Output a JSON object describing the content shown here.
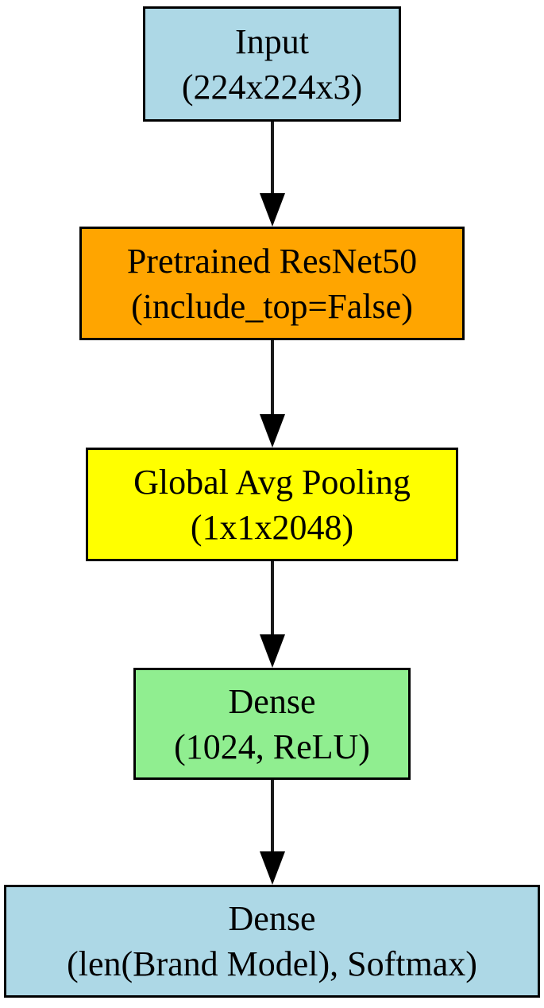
{
  "diagram": {
    "type": "flowchart",
    "description": "Vertical neural-network architecture diagram with five boxes connected by downward arrows",
    "background_color": "#ffffff",
    "edge_color": "#000000",
    "text_color": "#000000",
    "nodes": [
      {
        "id": "input",
        "label_line1": "Input",
        "label_line2": "(224x224x3)",
        "fill": "#ADD8E6",
        "border": "#000000"
      },
      {
        "id": "pretrained-resnet50",
        "label_line1": "Pretrained ResNet50",
        "label_line2": "(include_top=False)",
        "fill": "#FFA500",
        "border": "#000000"
      },
      {
        "id": "global-avg-pooling",
        "label_line1": "Global Avg Pooling",
        "label_line2": "(1x1x2048)",
        "fill": "#FFFF00",
        "border": "#000000"
      },
      {
        "id": "dense-relu",
        "label_line1": "Dense",
        "label_line2": "(1024, ReLU)",
        "fill": "#90EE90",
        "border": "#000000"
      },
      {
        "id": "dense-softmax",
        "label_line1": "Dense",
        "label_line2": "(len(Brand Model), Softmax)",
        "fill": "#ADD8E6",
        "border": "#000000"
      }
    ],
    "edges": [
      {
        "from": "input",
        "to": "pretrained-resnet50"
      },
      {
        "from": "pretrained-resnet50",
        "to": "global-avg-pooling"
      },
      {
        "from": "global-avg-pooling",
        "to": "dense-relu"
      },
      {
        "from": "dense-relu",
        "to": "dense-softmax"
      }
    ]
  }
}
